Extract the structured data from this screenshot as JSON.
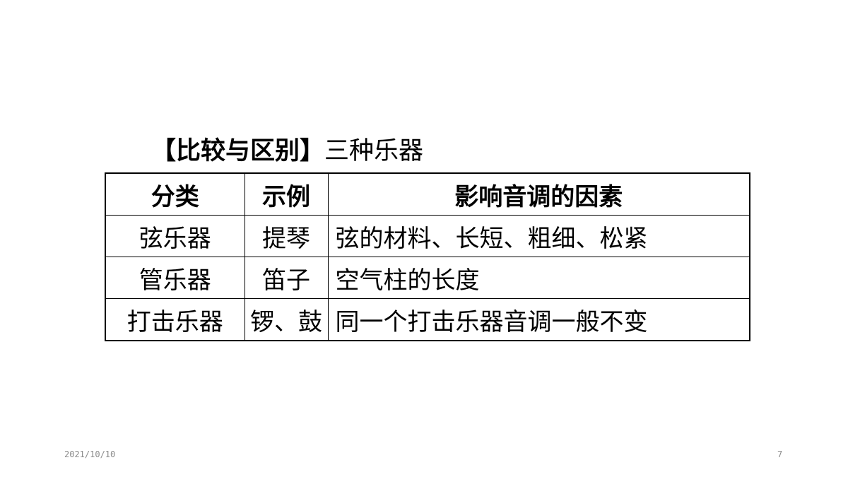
{
  "heading": {
    "label": "【比较与区别】",
    "title": "三种乐器"
  },
  "table": {
    "headers": [
      "分类",
      "示例",
      "影响音调的因素"
    ],
    "rows": [
      [
        "弦乐器",
        "提琴",
        "弦的材料、长短、粗细、松紧"
      ],
      [
        "管乐器",
        "笛子",
        "空气柱的长度"
      ],
      [
        "打击乐器",
        "锣、鼓",
        "同一个打击乐器音调一般不变"
      ]
    ]
  },
  "footer": {
    "date": "2021/10/10",
    "page": "7"
  }
}
